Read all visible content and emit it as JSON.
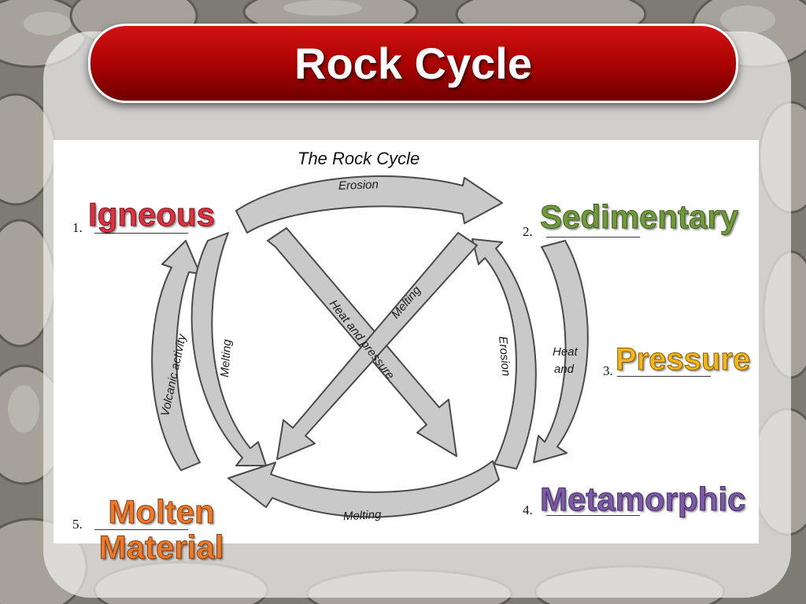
{
  "slide": {
    "title": "Rock Cycle"
  },
  "diagram": {
    "title": "The Rock Cycle",
    "blanks": [
      {
        "number": "1.",
        "line": "______________"
      },
      {
        "number": "2.",
        "line": "______________"
      },
      {
        "number": "3.",
        "line": "______________"
      },
      {
        "number": "4.",
        "line": "______________"
      },
      {
        "number": "5.",
        "line": "______________"
      }
    ],
    "arrows": {
      "top": "Erosion",
      "bottom": "Melting",
      "left_outer": "Volcanic activity",
      "left_inner": "Melting",
      "right_inner": "Erosion",
      "right_outer_line1": "Heat",
      "right_outer_line2": "and",
      "diagonal_down": "Heat and pressure",
      "diagonal_up": "Melting"
    }
  },
  "labels": {
    "igneous": "Igneous",
    "sedimentary": "Sedimentary",
    "pressure": "Pressure",
    "metamorphic": "Metamorphic",
    "molten": "Molten",
    "material": "Material"
  },
  "colors": {
    "title_bar": "#b50606",
    "arrow_fill": "#c9c9c9",
    "arrow_outline": "#4a4a4a",
    "igneous": "#d9333f",
    "sedimentary": "#6f9a3c",
    "pressure": "#f2b51c",
    "metamorphic": "#7d5aa6",
    "molten_material": "#ec7a2a"
  }
}
